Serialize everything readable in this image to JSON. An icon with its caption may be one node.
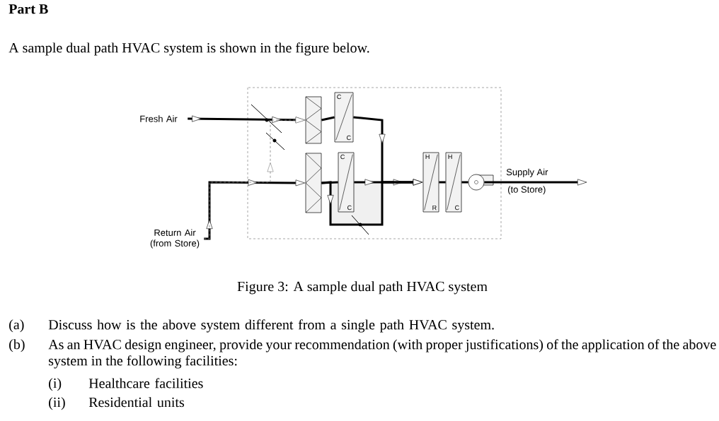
{
  "diagram": {
    "title": "Part B",
    "caption": "Figure 3: A sample dual path HVAC system",
    "nodes": [
      {
        "text": [
          "Fresh Air"
        ]
      },
      {
        "text": [],
        "shape": "box"
      },
      {
        "text": [
          "C",
          "C"
        ]
      },
      {
        "text": [],
        "shape": "box"
      },
      {
        "text": [
          "C",
          "C"
        ]
      },
      {
        "text": [
          "H",
          "R"
        ]
      },
      {
        "text": [
          "H",
          "C"
        ]
      },
      {
        "text": [],
        "shape": "circle"
      },
      {
        "text": [
          "Return Air (from Store)"
        ]
      }
    ],
    "edges": [
      {
        "from": 0,
        "to": 1,
        "arrow": "to"
      },
      {
        "from": 1,
        "to": 2,
        "arrow": "none"
      },
      {
        "from": 2,
        "to": 5,
        "arrow": "to"
      },
      {
        "from": 8,
        "to": 3,
        "arrow": "to"
      },
      {
        "from": 3,
        "to": 4,
        "arrow": "none"
      },
      {
        "from": 4,
        "to": 5,
        "arrow": "to"
      },
      {
        "from": 3,
        "to": 5,
        "arrow": "to"
      },
      {
        "from": 8,
        "to": 1,
        "arrow": "to",
        "style": "dashed",
        "color": "#808080"
      },
      {
        "from": 5,
        "to": 6,
        "arrow": "none"
      },
      {
        "from": 6,
        "to": 7,
        "arrow": "none"
      },
      {
        "from": 7,
        "to": null,
        "arrow": "to"
      }
    ],
    "labels": [
      "A sample dual path HVAC system is shown in the figure below.",
      "Supply Air",
      "(to Store)",
      "(a)",
      "Discuss how is the above system different from a single path HVAC system.",
      "(b)",
      "As an HVAC design engineer, provide your recommendation (with proper justifications) of the application of the above system in the following facilities:",
      "(i)",
      "Healthcare facilities",
      "(ii)",
      "Residential units"
    ]
  }
}
